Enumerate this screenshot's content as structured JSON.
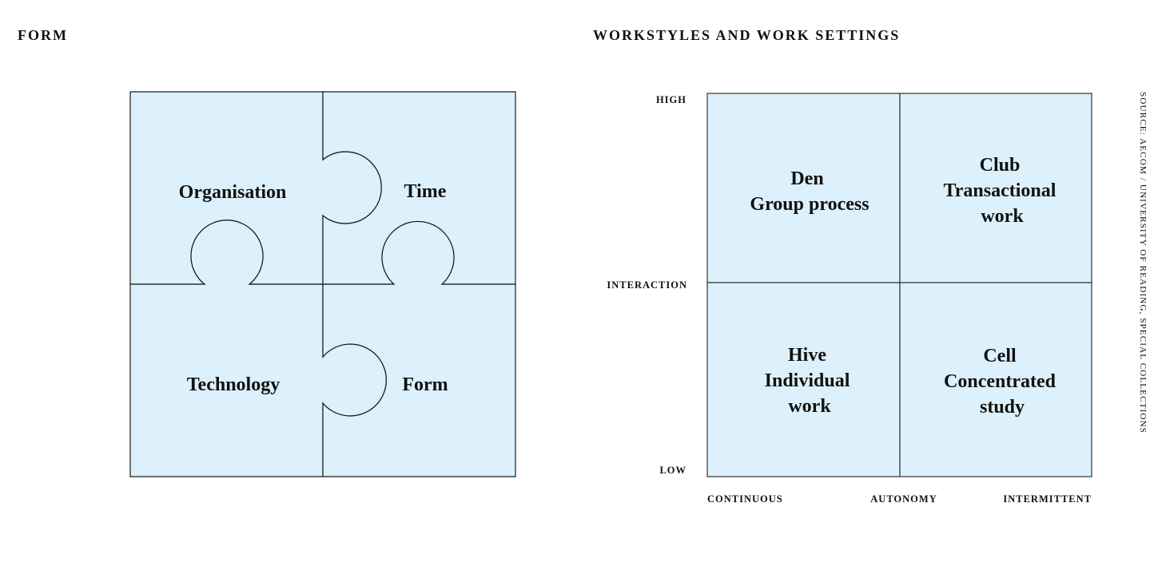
{
  "left": {
    "heading": "FORM",
    "pieces": [
      "Organisation",
      "Time",
      "Technology",
      "Form"
    ]
  },
  "right": {
    "heading": "WORKSTYLES AND WORK SETTINGS",
    "y_axis": {
      "top": "HIGH",
      "middle": "INTERACTION",
      "bottom": "LOW"
    },
    "x_axis": {
      "left": "CONTINUOUS",
      "middle": "AUTONOMY",
      "right": "INTERMITTENT"
    },
    "quadrants": {
      "top_left": [
        "Den",
        "Group process"
      ],
      "top_right": [
        "Club",
        "Transactional",
        "work"
      ],
      "bottom_left": [
        "Hive",
        "Individual",
        "work"
      ],
      "bottom_right": [
        "Cell",
        "Concentrated",
        "study"
      ]
    }
  },
  "source": "SOURCE: AECOM / UNIVERSITY OF READING, SPECIAL COLLECTIONS"
}
